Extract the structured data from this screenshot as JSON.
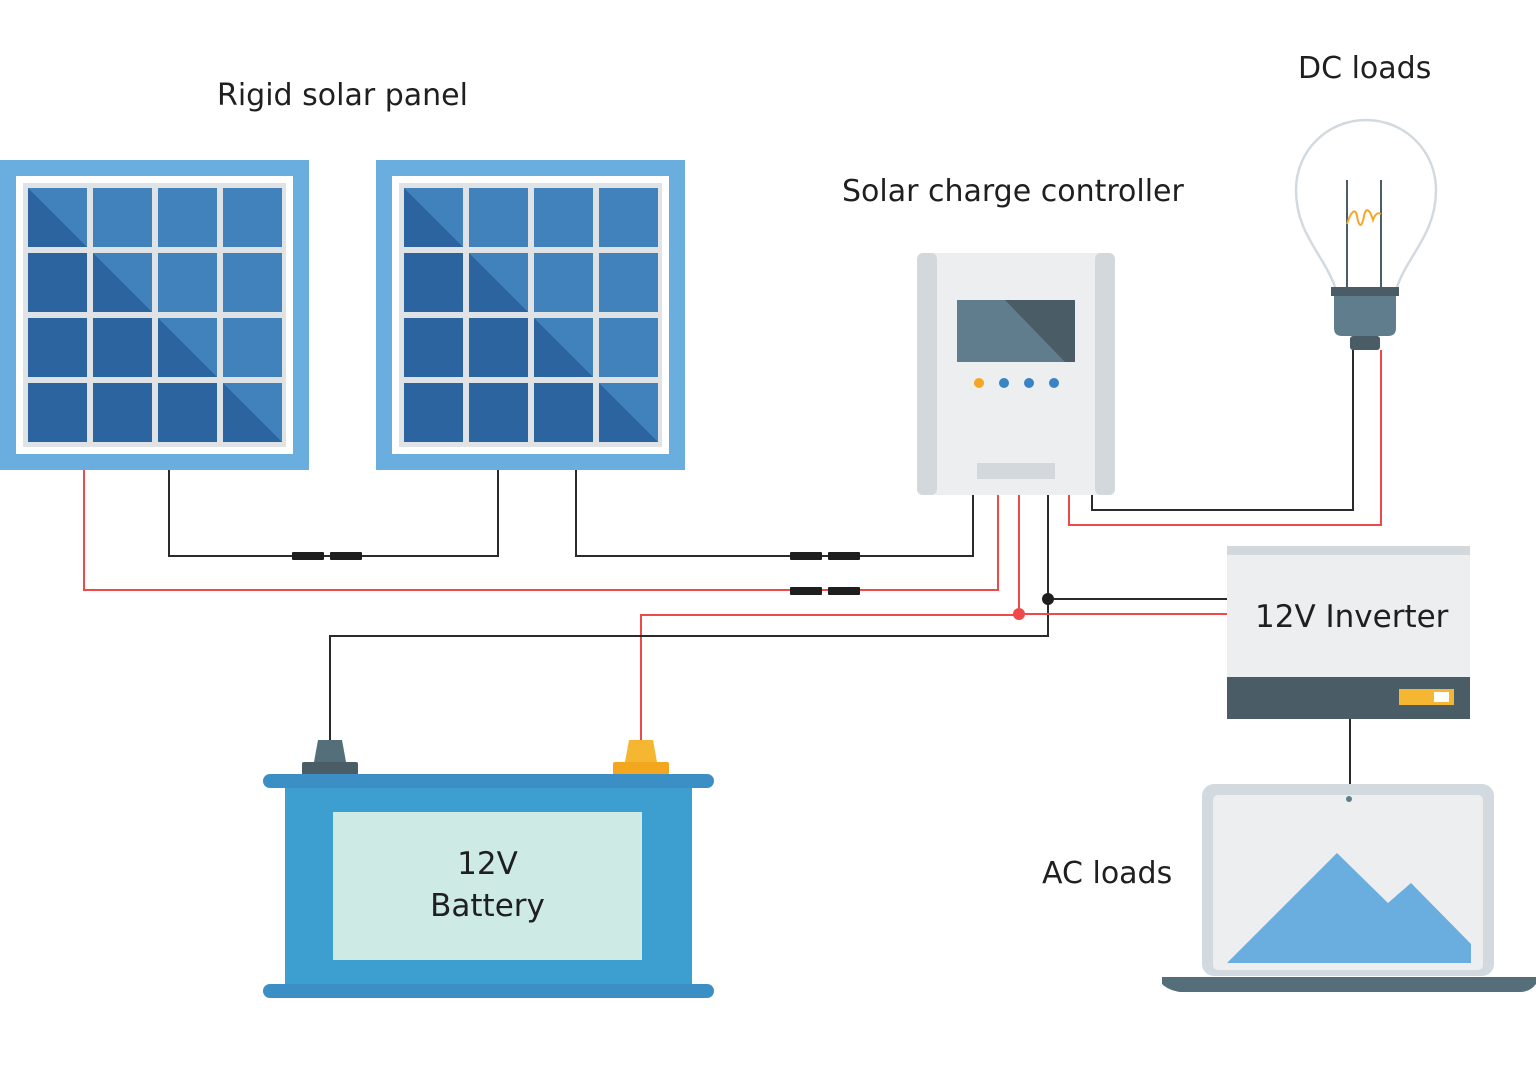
{
  "labels": {
    "solar_panel": "Rigid solar panel",
    "charge_controller": "Solar charge controller",
    "dc_loads": "DC loads",
    "inverter": "12V Inverter",
    "battery_line1": "12V",
    "battery_line2": "Battery",
    "ac_loads": "AC loads"
  },
  "colors": {
    "panel_frame": "#6aaee0",
    "panel_cell_dark": "#2c64a0",
    "panel_cell_light": "#4182bc",
    "wire_positive": "#ef4a4a",
    "wire_negative": "#2b2b2b",
    "battery_body": "#3d9fcf",
    "battery_label_bg": "#cdeae4",
    "terminal_negative": "#546e7a",
    "terminal_positive": "#f5b731",
    "device_body": "#eceef0",
    "device_dark": "#4a5c66",
    "inverter_led": "#f5b731",
    "laptop_screen_art": "#6aaee0"
  },
  "icons": {
    "panel": "solar-panel-icon",
    "controller": "charge-controller-icon",
    "bulb": "light-bulb-icon",
    "inverter": "inverter-icon",
    "battery": "battery-icon",
    "laptop": "laptop-icon"
  }
}
